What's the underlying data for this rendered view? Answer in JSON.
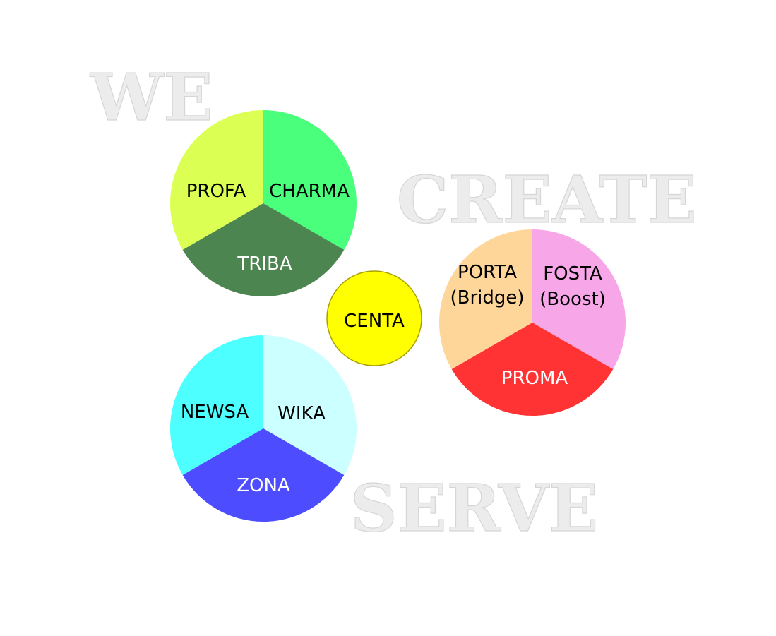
{
  "background_words": [
    "WE",
    "CREATE",
    "SERVE"
  ],
  "center": {
    "label": "CENTA",
    "fill": "#ffff00",
    "stroke": "#a8a000"
  },
  "clusters": [
    {
      "id": "top-left",
      "segments": [
        {
          "lines": [
            "PROFA"
          ],
          "fill": "#dbff52",
          "text_color": "#000000"
        },
        {
          "lines": [
            "CHARMA"
          ],
          "fill": "#49ff7c",
          "text_color": "#000000"
        },
        {
          "lines": [
            "TRIBA"
          ],
          "fill": "#4d8550",
          "text_color": "#ffffff"
        }
      ]
    },
    {
      "id": "right",
      "segments": [
        {
          "lines": [
            "PORTA",
            "(Bridge)"
          ],
          "fill": "#ffd699",
          "text_color": "#000000"
        },
        {
          "lines": [
            "FOSTA",
            "(Boost)"
          ],
          "fill": "#f7a6e8",
          "text_color": "#000000"
        },
        {
          "lines": [
            "PROMA"
          ],
          "fill": "#ff3333",
          "text_color": "#ffffff"
        }
      ]
    },
    {
      "id": "bottom-left",
      "segments": [
        {
          "lines": [
            "NEWSA"
          ],
          "fill": "#4dffff",
          "text_color": "#000000"
        },
        {
          "lines": [
            "WIKA"
          ],
          "fill": "#ccffff",
          "text_color": "#000000"
        },
        {
          "lines": [
            "ZONA"
          ],
          "fill": "#4d4dff",
          "text_color": "#ffffff"
        }
      ]
    }
  ]
}
